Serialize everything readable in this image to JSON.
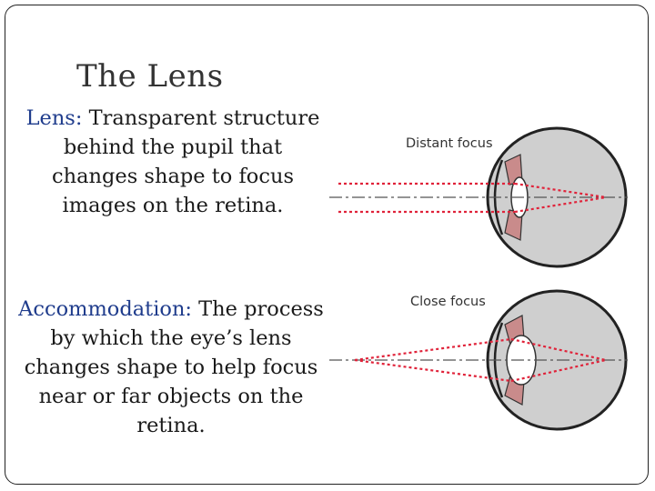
{
  "slide": {
    "title": "The Lens",
    "lens_def": {
      "term": "Lens:",
      "text": " Transparent structure behind the pupil that changes shape to focus images on the retina."
    },
    "accommodation_def": {
      "term": "Accommodation:",
      "text": " The process by which the eye’s lens changes shape to help focus near or far objects on the retina."
    }
  },
  "diagram": {
    "distant_label": "Distant focus",
    "close_label": "Close focus",
    "colors": {
      "ray": "#e0233a",
      "axis": "#555555",
      "sclera": "#222222",
      "vitreous": "#cfcfcf",
      "iris": "#c98b8b",
      "lens": "#ffffff"
    }
  }
}
